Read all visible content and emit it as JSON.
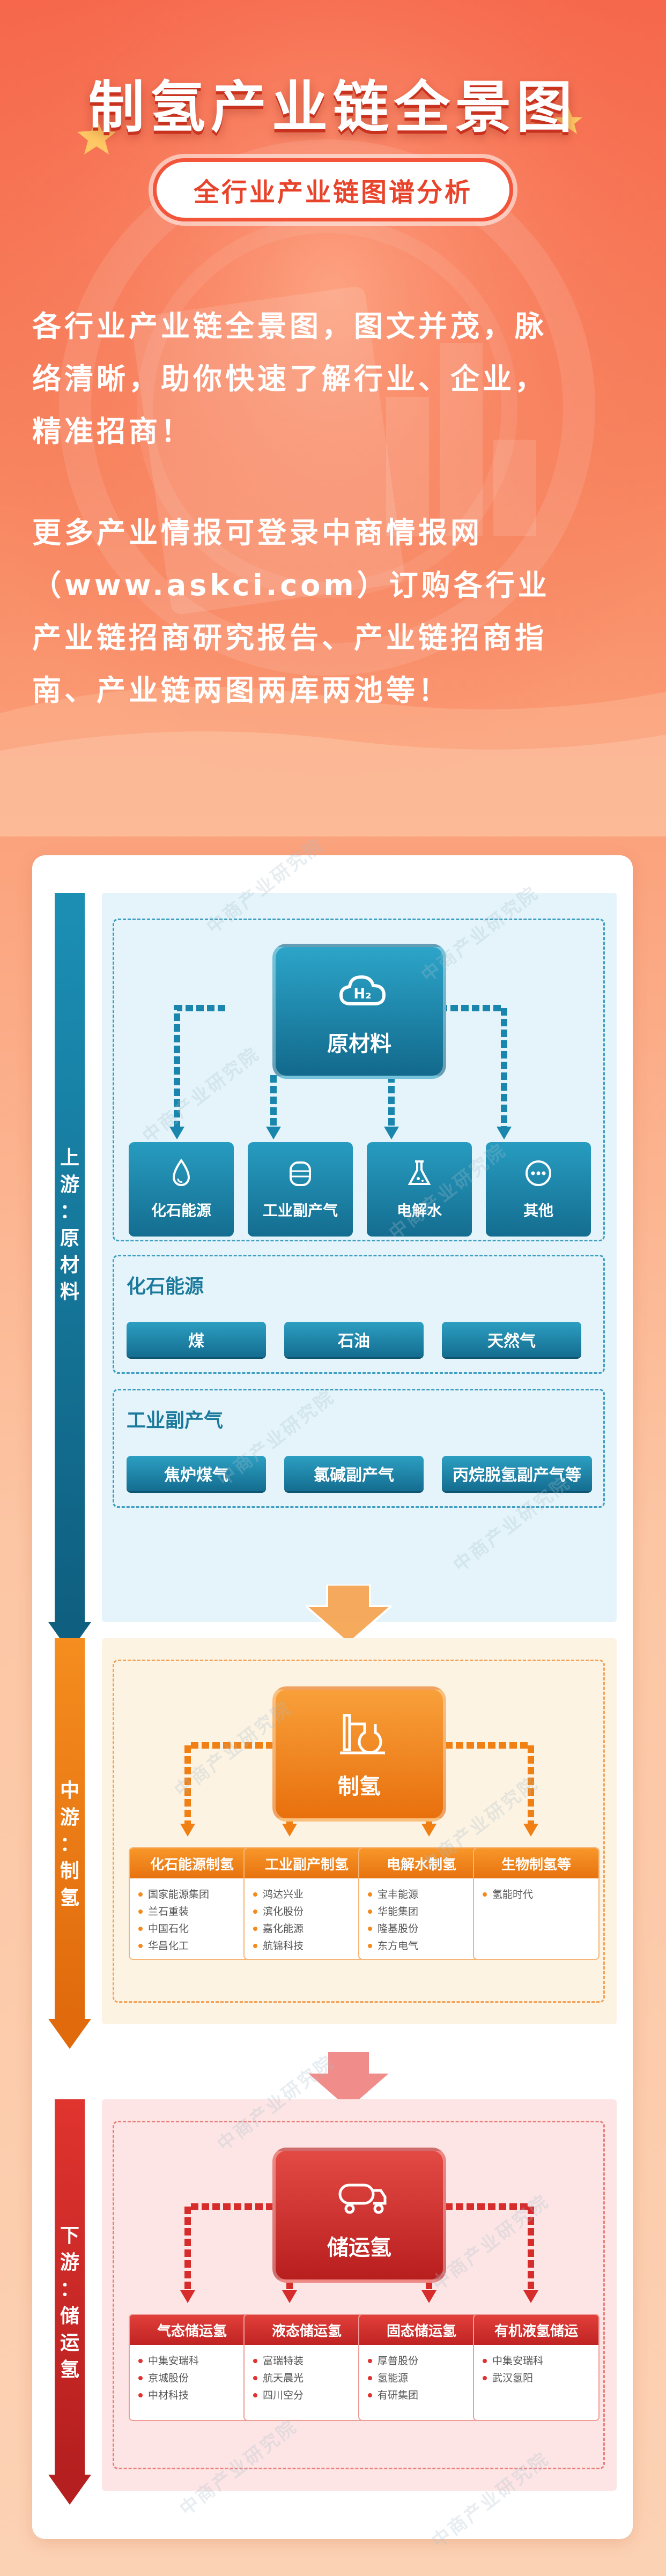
{
  "header": {
    "title": "制氢产业链全景图",
    "subtitle": "全行业产业链图谱分析",
    "intro_lines_1": [
      "各行业产业链全景图，图文并茂，脉",
      "络清晰，助你快速了解行业、企业，",
      "精准招商！"
    ],
    "intro_lines_2": [
      "更多产业情报可登录中商情报网",
      "（www.askci.com）订购各行业",
      "产业链招商研究报告、产业链招商指",
      "南、产业链两图两库两池等！"
    ]
  },
  "watermark": "中商产业研究院",
  "upstream": {
    "side_label": [
      "上",
      "游",
      "：",
      "原",
      "材",
      "料"
    ],
    "hub_label": "原材料",
    "hub_icon": "hydrogen-cloud-icon",
    "hub_icon_text": "H₂",
    "categories": [
      {
        "label": "化石能源",
        "icon": "fossil-fuel-drop-icon"
      },
      {
        "label": "工业副产气",
        "icon": "gas-tank-icon"
      },
      {
        "label": "电解水",
        "icon": "beaker-flask-icon"
      },
      {
        "label": "其他",
        "icon": "more-dots-icon"
      }
    ],
    "fossil_title": "化石能源",
    "fossil_items": [
      "煤",
      "石油",
      "天然气"
    ],
    "industrial_title": "工业副产气",
    "industrial_items": [
      "焦炉煤气",
      "氯碱副产气",
      "丙烷脱氢副产气等"
    ],
    "color": "#1a86ad"
  },
  "midstream": {
    "side_label": [
      "中",
      "游",
      "：",
      "制",
      "氢"
    ],
    "hub_label": "制氢",
    "hub_icon": "chemistry-lab-icon",
    "columns": [
      {
        "title": "化石能源制氢",
        "items": [
          "国家能源集团",
          "兰石重装",
          "中国石化",
          "华昌化工"
        ]
      },
      {
        "title": "工业副产制氢",
        "items": [
          "鸿达兴业",
          "滨化股份",
          "嘉化能源",
          "航锦科技"
        ]
      },
      {
        "title": "电解水制氢",
        "items": [
          "宝丰能源",
          "华能集团",
          "隆基股份",
          "东方电气"
        ]
      },
      {
        "title": "生物制氢等",
        "items": [
          "氢能时代"
        ]
      }
    ],
    "color": "#f07f14"
  },
  "downstream": {
    "side_label": [
      "下",
      "游",
      "：",
      "储",
      "运",
      "氢"
    ],
    "hub_label": "储运氢",
    "hub_icon": "tanker-truck-icon",
    "columns": [
      {
        "title": "气态储运氢",
        "items": [
          "中集安瑞科",
          "京城股份",
          "中材科技"
        ]
      },
      {
        "title": "液态储运氢",
        "items": [
          "富瑞特装",
          "航天晨光",
          "四川空分"
        ]
      },
      {
        "title": "固态储运氢",
        "items": [
          "厚普股份",
          "氢能源",
          "有研集团"
        ]
      },
      {
        "title": "有机液氢储运",
        "items": [
          "中集安瑞科",
          "武汉氢阳"
        ]
      }
    ],
    "color": "#d62c2b"
  }
}
